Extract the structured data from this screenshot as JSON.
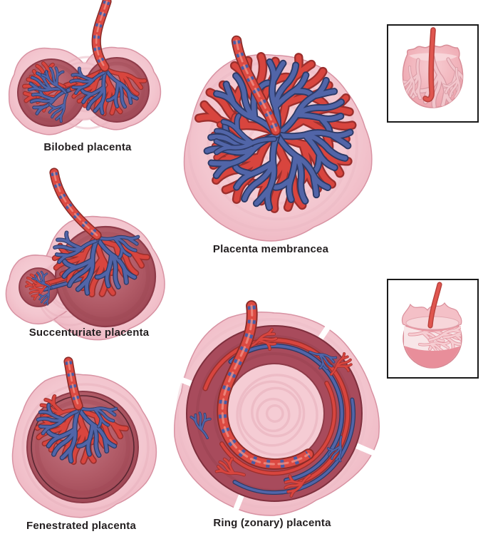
{
  "figure": {
    "background": "#ffffff",
    "panels": [
      {
        "id": "bilobed",
        "label": "Bilobed placenta"
      },
      {
        "id": "membranacea",
        "label": "Placenta membrancea"
      },
      {
        "id": "succenturiate",
        "label": "Succenturiate placenta"
      },
      {
        "id": "fenestrated",
        "label": "Fenestrated placenta"
      },
      {
        "id": "ring",
        "label": "Ring (zonary) placenta"
      }
    ],
    "insets": [
      {
        "id": "inset-top",
        "icon": "membranacea-sac-3d-icon"
      },
      {
        "id": "inset-bottom",
        "icon": "zonary-band-sac-3d-icon"
      }
    ],
    "colors": {
      "membrane": "#f3c7d0",
      "membrane_edge": "#d893a3",
      "membrane_rings": "#e9b2be",
      "disc": "#b15965",
      "disc_edge": "#8e3b49",
      "artery": "#d8453e",
      "artery_outline": "#9c2f2d",
      "vein": "#5165a8",
      "vein_outline": "#2d3a66",
      "cord_core": "#dc4a42",
      "cord_outline": "#8c2b28",
      "cord_wrap": "#4a5ca4",
      "label_text": "#231f20",
      "inset_border": "#1a1a1a"
    }
  }
}
